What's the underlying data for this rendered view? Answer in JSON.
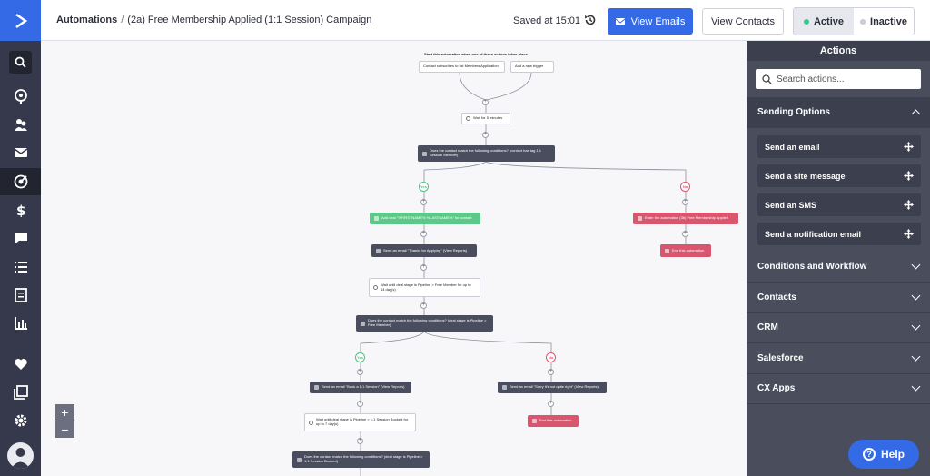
{
  "header": {
    "breadcrumb_root": "Automations",
    "breadcrumb_separator": "/",
    "breadcrumb_current": "(2a) Free Membership Applied (1:1 Session) Campaign",
    "saved_text": "Saved at 15:01",
    "view_emails_label": "View Emails",
    "view_contacts_label": "View Contacts",
    "status_active_label": "Active",
    "status_inactive_label": "Inactive"
  },
  "colors": {
    "accent": "#356ae6",
    "rail": "#35394b",
    "panel": "#4a4d5c",
    "yes": "#4cc27f",
    "no": "#d9566f",
    "active_dot": "#2ecc8f"
  },
  "rail": {
    "icons": [
      "logo-icon",
      "search-icon",
      "rocket-icon",
      "contacts-icon",
      "mail-icon",
      "automation-icon",
      "dollar-icon",
      "chat-icon",
      "list-icon",
      "forms-icon",
      "reports-icon",
      "heart-icon",
      "pages-icon",
      "settings-icon",
      "avatar"
    ]
  },
  "canvas": {
    "trigger_title": "Start this automation when one of these actions takes place",
    "trigger": "Contact subscribes to list Members Application",
    "add_trigger": "Add a new trigger",
    "wait1": "Wait for 5 minutes",
    "cond1": "Does the contact match the following conditions? (contact has tag 1:1 Session Member)",
    "yes": "Yes",
    "no": "No",
    "add_deal": "Add deal \"%FIRSTNAME% %LASTNAME%\" for contact",
    "enter_auto": "Enter the automation (3b) Free Membership Applied",
    "end1": "End this automation",
    "email1": "Send an email \"Thanks for Applying\" (View Reports)",
    "wait2": "Wait until deal stage is Pipeline > Free Member for up to 14 day(s)",
    "cond2": "Does the contact match the following conditions? (deal stage is Pipeline > Free Member)",
    "email2": "Send an email \"Book a 1:1 Session\" (View Reports)",
    "email3": "Send an email \"Sorry it's not quite right\" (View Reports)",
    "end2": "End this automation",
    "wait3": "Wait until deal stage is Pipeline > 1:1 Session Booked for up to 7 day(s)",
    "cond3": "Does the contact match the following conditions? (deal stage is Pipeline > 1:1 Session Booked)",
    "zoom_in": "+",
    "zoom_out": "−"
  },
  "panel": {
    "title": "Actions",
    "search_placeholder": "Search actions...",
    "sections": [
      {
        "label": "Sending Options",
        "open": true
      },
      {
        "label": "Conditions and Workflow",
        "open": false
      },
      {
        "label": "Contacts",
        "open": false
      },
      {
        "label": "CRM",
        "open": false
      },
      {
        "label": "Salesforce",
        "open": false
      },
      {
        "label": "CX Apps",
        "open": false
      }
    ],
    "actions": [
      "Send an email",
      "Send a site message",
      "Send an SMS",
      "Send a notification email"
    ]
  },
  "help_label": "Help"
}
